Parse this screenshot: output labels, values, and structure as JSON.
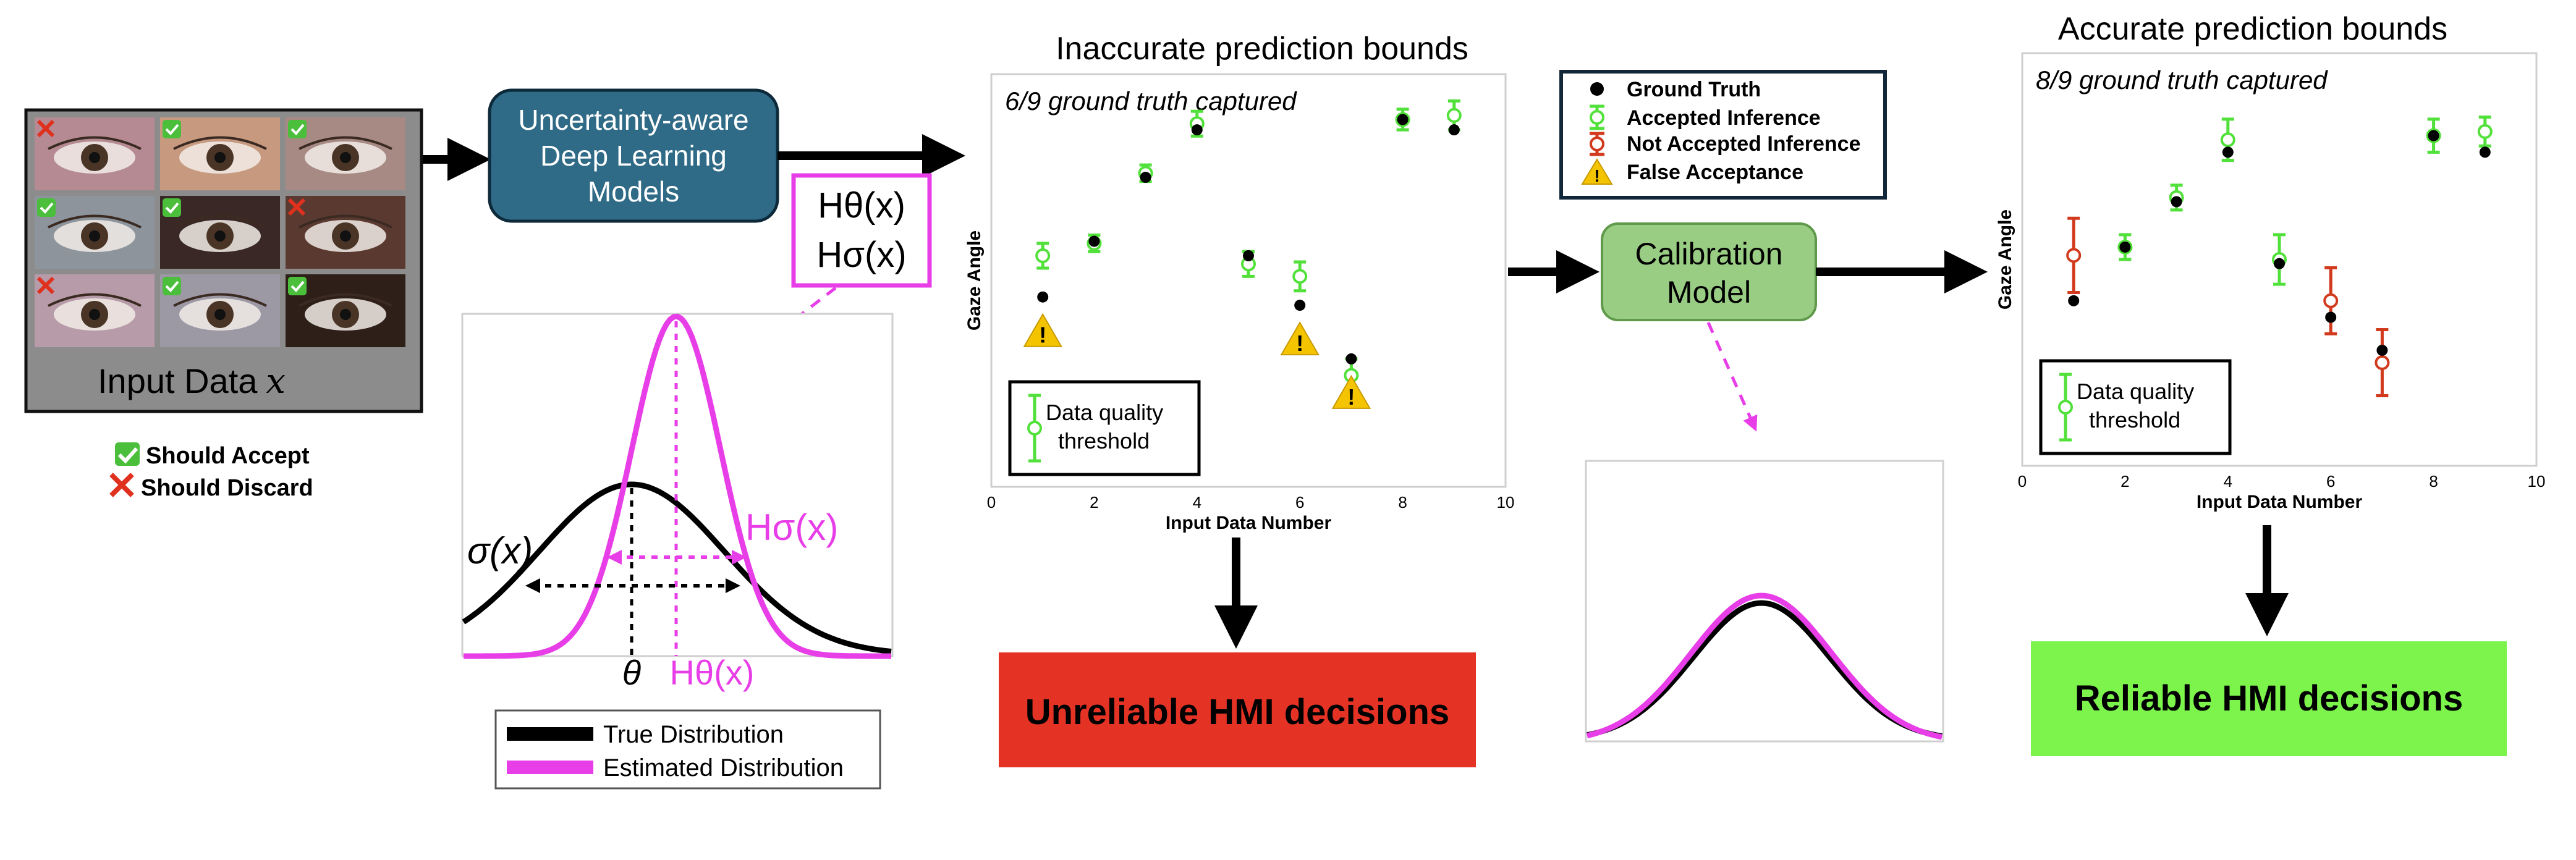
{
  "input_panel": {
    "label": "Input Data",
    "label_var": "x",
    "legend": {
      "accept_label": "Should Accept",
      "discard_label": "Should Discard"
    },
    "tiles": [
      {
        "status": "discard",
        "skin": "#b58a92"
      },
      {
        "status": "accept",
        "skin": "#c79a80"
      },
      {
        "status": "accept",
        "skin": "#a88a84"
      },
      {
        "status": "accept",
        "skin": "#8d949c"
      },
      {
        "status": "accept",
        "skin": "#3a2826"
      },
      {
        "status": "discard",
        "skin": "#5a3a30"
      },
      {
        "status": "discard",
        "skin": "#b79ba8"
      },
      {
        "status": "accept",
        "skin": "#9c98a4"
      },
      {
        "status": "accept",
        "skin": "#2e1f18"
      }
    ]
  },
  "model_box": {
    "label_lines": [
      "Uncertainty-aware",
      "Deep Learning",
      "Models"
    ],
    "color": "#2f6a86"
  },
  "outputs_box": {
    "line1": "Hθ(x)",
    "line2": "Hσ(x)"
  },
  "distribution_panel": {
    "sigma_label": "σ(x)",
    "h_sigma_label": "Hσ(x)",
    "theta_label": "θ",
    "h_theta_label": "Hθ(x)",
    "legend": [
      "True Distribution",
      "Estimated Distribution"
    ],
    "colors": {
      "true": "#000000",
      "estimated": "#e83ee8"
    }
  },
  "calibration_box": {
    "label_lines": [
      "Calibration",
      "Model"
    ],
    "color": "#9acd84"
  },
  "plot_legend": {
    "items": [
      "Ground Truth",
      "Accepted Inference",
      "Not Accepted Inference",
      "False Acceptance"
    ]
  },
  "unreliable_box": {
    "label": "Unreliable HMI decisions",
    "color": "#e43325"
  },
  "reliable_box": {
    "label": "Reliable HMI decisions",
    "color": "#7cf44c"
  },
  "colors": {
    "accepted": "#52e03a",
    "not_accepted": "#d23a1e",
    "ground_truth": "#000000",
    "warning": "#f5c400",
    "magenta": "#e83ee8"
  },
  "chart_data": [
    {
      "type": "scatter",
      "title": "Inaccurate prediction bounds",
      "annotation": "6/9 ground truth captured",
      "xlabel": "Input Data Number",
      "ylabel": "Gaze Angle",
      "xlim": [
        0,
        10
      ],
      "ylim": [
        0,
        10
      ],
      "xticks": [
        "0",
        "2",
        "4",
        "6",
        "8",
        "10"
      ],
      "inset_legend": [
        "Data quality",
        "threshold"
      ],
      "ground_truth": [
        [
          1,
          4.6
        ],
        [
          2,
          5.95
        ],
        [
          3,
          7.5
        ],
        [
          4,
          8.65
        ],
        [
          5,
          5.6
        ],
        [
          6,
          4.4
        ],
        [
          7,
          3.1
        ],
        [
          8,
          8.9
        ],
        [
          9,
          8.65
        ]
      ],
      "predictions": [
        {
          "x": 1,
          "y": 5.6,
          "err": 0.3,
          "status": "accepted"
        },
        {
          "x": 2,
          "y": 5.9,
          "err": 0.2,
          "status": "accepted"
        },
        {
          "x": 3,
          "y": 7.6,
          "err": 0.2,
          "status": "accepted"
        },
        {
          "x": 4,
          "y": 8.8,
          "err": 0.3,
          "status": "accepted"
        },
        {
          "x": 5,
          "y": 5.4,
          "err": 0.3,
          "status": "accepted"
        },
        {
          "x": 6,
          "y": 5.1,
          "err": 0.35,
          "status": "accepted"
        },
        {
          "x": 7,
          "y": 2.7,
          "err": 0.4,
          "status": "accepted"
        },
        {
          "x": 8,
          "y": 8.9,
          "err": 0.25,
          "status": "accepted"
        },
        {
          "x": 9,
          "y": 9.0,
          "err": 0.35,
          "status": "accepted"
        }
      ],
      "false_acceptance_at": [
        1,
        6,
        7
      ]
    },
    {
      "type": "scatter",
      "title": "Accurate prediction bounds",
      "annotation": "8/9 ground truth captured",
      "xlabel": "Input Data Number",
      "ylabel": "Gaze Angle",
      "xlim": [
        0,
        10
      ],
      "ylim": [
        0,
        10
      ],
      "xticks": [
        "0",
        "2",
        "4",
        "6",
        "8",
        "10"
      ],
      "inset_legend": [
        "Data quality",
        "threshold"
      ],
      "ground_truth": [
        [
          1,
          4.0
        ],
        [
          2,
          5.3
        ],
        [
          3,
          6.4
        ],
        [
          4,
          7.6
        ],
        [
          5,
          4.9
        ],
        [
          6,
          3.6
        ],
        [
          7,
          2.8
        ],
        [
          8,
          8.0
        ],
        [
          9,
          7.6
        ]
      ],
      "predictions": [
        {
          "x": 1,
          "y": 5.1,
          "err": 0.9,
          "status": "not_accepted"
        },
        {
          "x": 2,
          "y": 5.3,
          "err": 0.3,
          "status": "accepted"
        },
        {
          "x": 3,
          "y": 6.5,
          "err": 0.3,
          "status": "accepted"
        },
        {
          "x": 4,
          "y": 7.9,
          "err": 0.5,
          "status": "accepted"
        },
        {
          "x": 5,
          "y": 5.0,
          "err": 0.6,
          "status": "accepted"
        },
        {
          "x": 6,
          "y": 4.0,
          "err": 0.8,
          "status": "not_accepted"
        },
        {
          "x": 7,
          "y": 2.5,
          "err": 0.8,
          "status": "not_accepted"
        },
        {
          "x": 8,
          "y": 8.0,
          "err": 0.4,
          "status": "accepted"
        },
        {
          "x": 9,
          "y": 8.1,
          "err": 0.35,
          "status": "accepted"
        }
      ]
    }
  ]
}
